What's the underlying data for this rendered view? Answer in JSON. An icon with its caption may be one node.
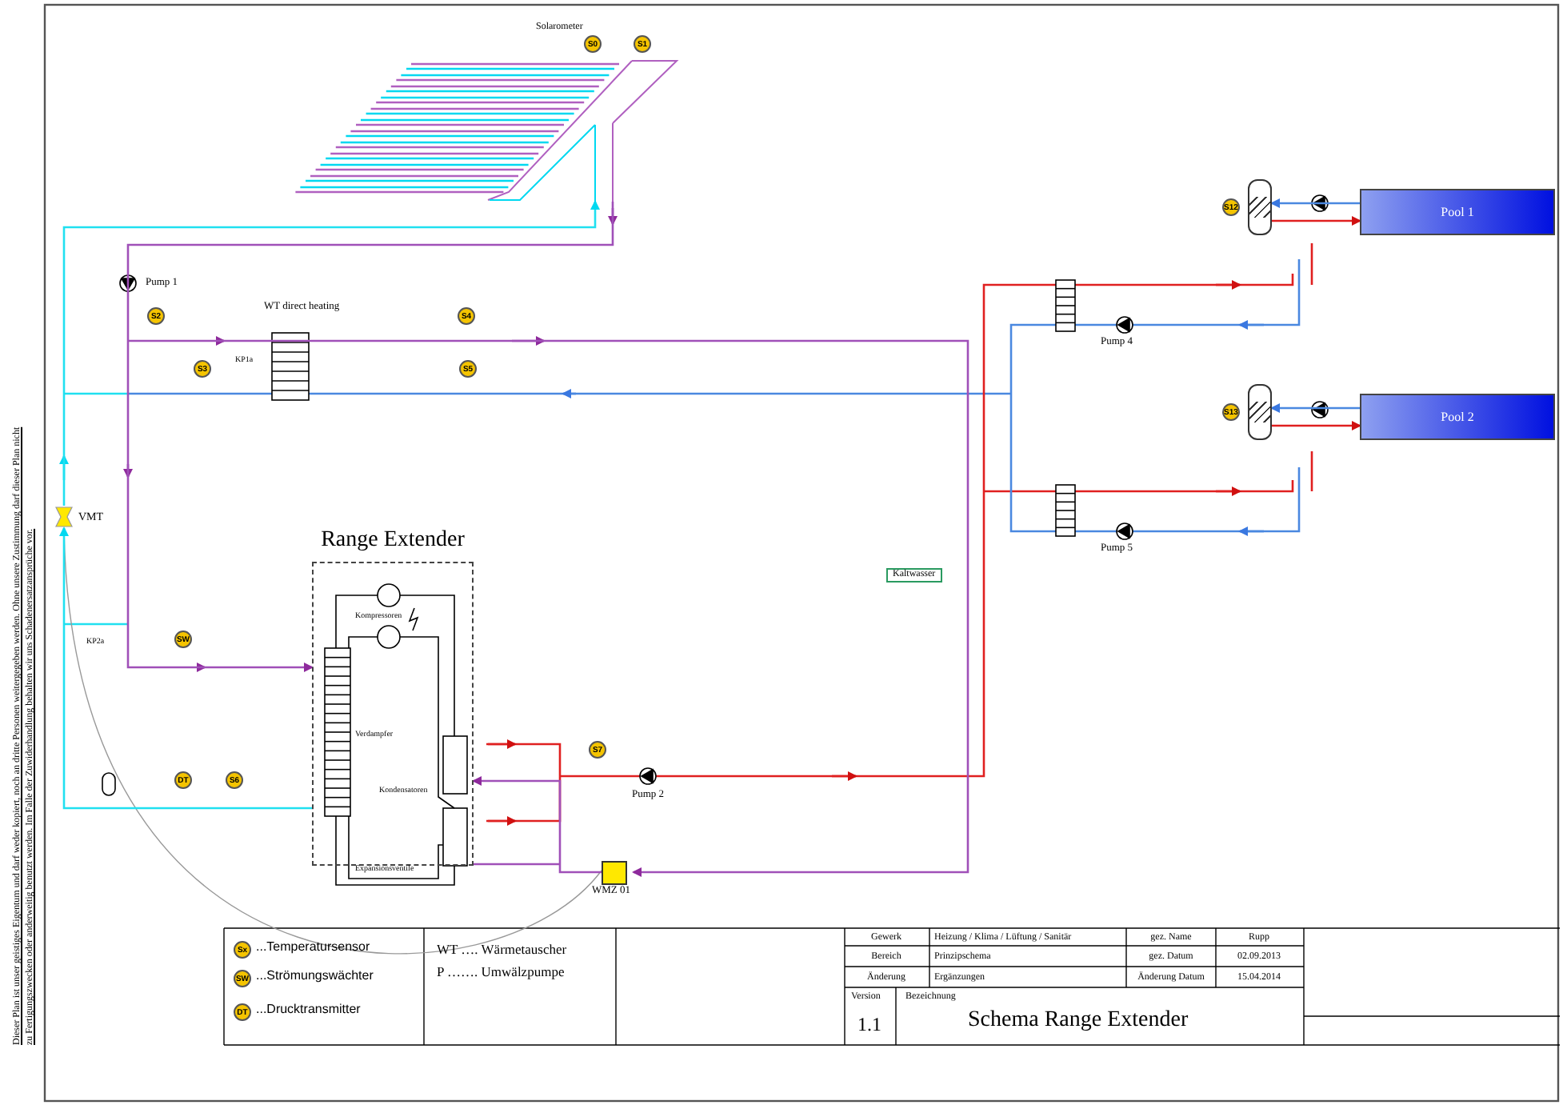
{
  "diagram": {
    "nodes": [
      {
        "text": [
          "S0"
        ]
      },
      {
        "text": [
          "S1"
        ]
      },
      {
        "text": [
          "S2"
        ]
      },
      {
        "text": [
          "S4"
        ]
      },
      {
        "text": [
          "S3"
        ]
      },
      {
        "text": [
          "S5"
        ]
      },
      {
        "text": [
          "VMT"
        ]
      },
      {
        "text": [
          "Range Extender"
        ]
      },
      {
        "text": [
          "SW"
        ]
      },
      {
        "text": [
          "DT"
        ]
      },
      {
        "text": [
          "S6"
        ]
      },
      {
        "text": [
          "S7"
        ]
      },
      {
        "text": [
          "Kaltwasser"
        ]
      },
      {
        "text": [
          "WMZ 01"
        ]
      },
      {
        "text": [
          "Pool 1"
        ]
      },
      {
        "text": [
          "S12"
        ]
      },
      {
        "text": [
          "Pool 2"
        ]
      },
      {
        "text": [
          "S13"
        ]
      },
      {
        "text": [],
        "shape": "picture"
      },
      {
        "text": [],
        "shape": "cylinder"
      },
      {
        "text": [],
        "shape": "cylinder"
      }
    ],
    "edges": [
      {
        "from": 6,
        "to": 13,
        "arrow": "none"
      },
      {
        "from": 7,
        "to": 6,
        "arrow": "to",
        "color": "#20e0f0"
      },
      {
        "from": 13,
        "to": 7,
        "arrow": "to",
        "color": "#a050b8"
      },
      {
        "from": 6,
        "to": 18,
        "arrow": "to",
        "color": "#20e0f0"
      },
      {
        "from": 18,
        "to": 7,
        "arrow": "to",
        "color": "#a050b8"
      },
      {
        "from": 19,
        "to": 14,
        "arrow": "to",
        "color": "#e02020"
      },
      {
        "from": 14,
        "to": 19,
        "arrow": "to",
        "color": "#4a88e0"
      },
      {
        "from": 20,
        "to": 16,
        "arrow": "to",
        "color": "#e02020"
      },
      {
        "from": 16,
        "to": 20,
        "arrow": "to",
        "color": "#4a88e0"
      },
      {
        "from": null,
        "to": 13,
        "arrow": "to",
        "color": "#a050b8"
      }
    ],
    "labels": [
      "Solarometer",
      "Pump 1",
      "WT direct heating",
      "KP1a",
      "Pump 4",
      "Pump 5",
      "KP2a",
      "Kompressoren",
      "Verdampfer",
      "Kondensatoren",
      "Expansionsventile",
      "Pump 2",
      "Dieser Plan ist unser geistiges Eigentum und darf weder kopiert, noch an dritte Personen weitergegeben werden. Ohne unsere Zustimmung darf dieser Plan nicht zu Fertigungszwecken oder anderweitig benutzt werden. Im Falle der Zuwiderhandlung behalten wir uns Schadenersatzansprüche vor.",
      "Sx",
      "SW",
      "DT",
      "WT …. Wärmetauscher",
      "P ……. Umwälzpumpe",
      "Gewerk",
      "Heizung / Klima / Lüftung / Sanitär",
      "gez. Name",
      "Rupp",
      "Bereich",
      "Prinzipschema",
      "gez. Datum",
      "02.09.2013",
      "Änderung",
      "Ergänzungen",
      "Änderung Datum",
      "15.04.2014",
      "Version",
      "Bezeichnung",
      "1.1",
      "Schema Range Extender"
    ],
    "legend": [
      {
        "text": "...Temperatursensor"
      },
      {
        "text": "...Strömungswächter"
      },
      {
        "text": "...Drucktransmitter"
      }
    ]
  }
}
